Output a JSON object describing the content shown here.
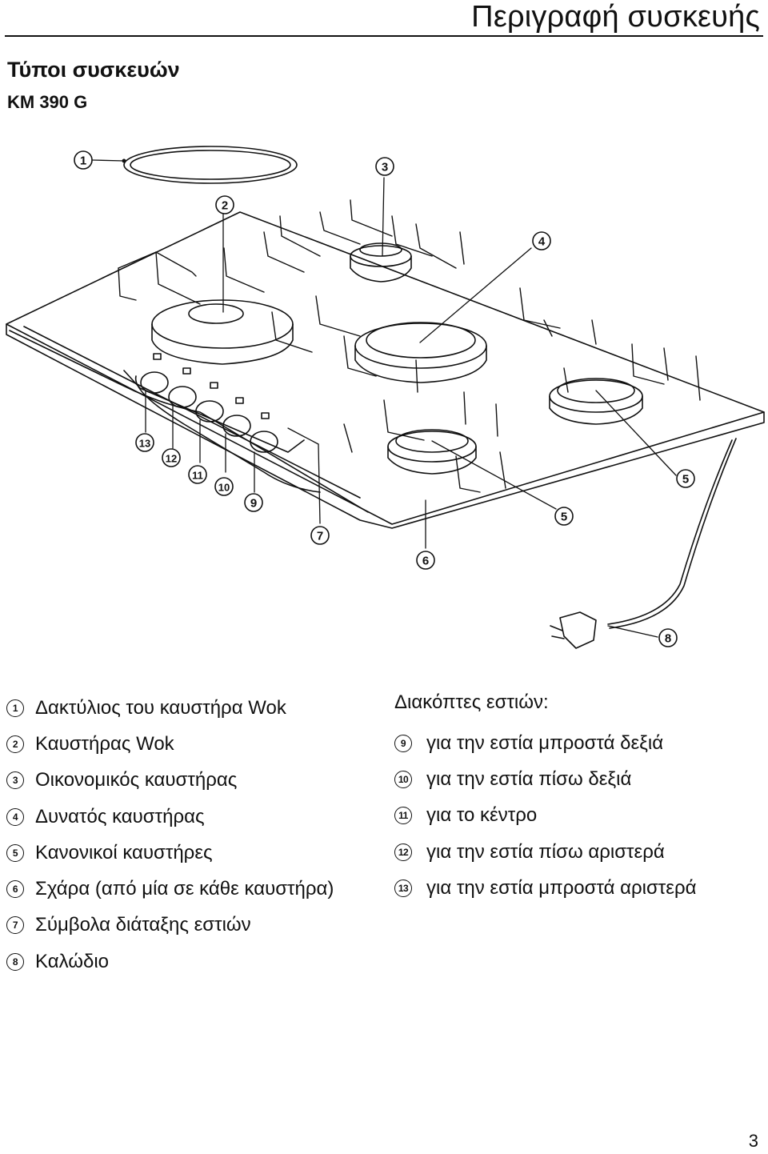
{
  "header": {
    "page_title": "Περιγραφή συσκευής",
    "section_title": "Τύποι συσκευών",
    "model": "KM 390 G"
  },
  "diagram": {
    "callouts": [
      "1",
      "2",
      "3",
      "4",
      "5",
      "5",
      "6",
      "7",
      "8",
      "9",
      "10",
      "11",
      "12",
      "13"
    ]
  },
  "legend_left": [
    {
      "num": "1",
      "text": "Δακτύλιος του καυστήρα Wok"
    },
    {
      "num": "2",
      "text": "Καυστήρας Wok"
    },
    {
      "num": "3",
      "text": "Οικονομικός καυστήρας"
    },
    {
      "num": "4",
      "text": "Δυνατός καυστήρας"
    },
    {
      "num": "5",
      "text": "Κανονικοί καυστήρες"
    },
    {
      "num": "6",
      "text": "Σχάρα (από μία σε κάθε καυστήρα)"
    },
    {
      "num": "7",
      "text": "Σύμβολα διάταξης εστιών"
    },
    {
      "num": "8",
      "text": "Καλώδιο"
    }
  ],
  "legend_right": {
    "header": "Διακόπτες εστιών:",
    "items": [
      {
        "num": "9",
        "text": "για την εστία μπροστά δεξιά"
      },
      {
        "num": "10",
        "text": "για την εστία πίσω δεξιά"
      },
      {
        "num": "11",
        "text": "για το κέντρο"
      },
      {
        "num": "12",
        "text": "για την εστία πίσω αριστερά"
      },
      {
        "num": "13",
        "text": "για την εστία μπροστά αριστερά"
      }
    ]
  },
  "footer": {
    "page_number": "3"
  }
}
